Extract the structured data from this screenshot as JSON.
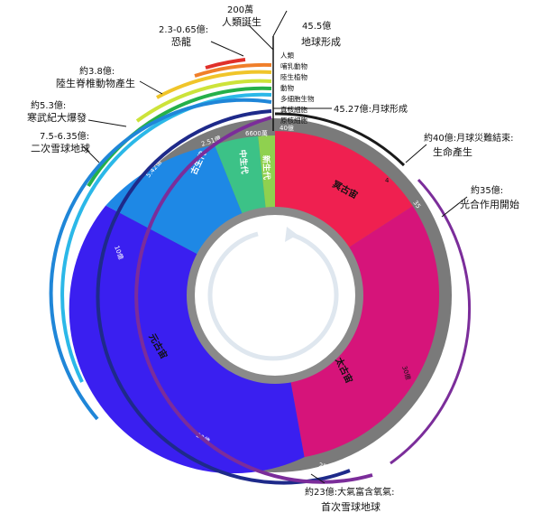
{
  "diagram": {
    "eons": [
      {
        "id": "hadean",
        "label": "冥古宙",
        "color": "#ef2050"
      },
      {
        "id": "archean",
        "label": "太古宙",
        "color": "#d6147a"
      },
      {
        "id": "proterozoic",
        "label": "元古宙",
        "color": "#3a1ff0"
      }
    ],
    "eras": [
      {
        "id": "paleozoic",
        "label": "古生代",
        "color": "#1e88e5"
      },
      {
        "id": "mesozoic",
        "label": "中生代",
        "color": "#3cc287"
      },
      {
        "id": "cenozoic",
        "label": "新生代",
        "color": "#8fd14f"
      }
    ],
    "ring_ticks": [
      {
        "id": "t-40",
        "label": "40億"
      },
      {
        "id": "t-35",
        "label": "35"
      },
      {
        "id": "t-30",
        "label": "30億"
      },
      {
        "id": "t-25",
        "label": "25億"
      },
      {
        "id": "t-20",
        "label": "20億"
      },
      {
        "id": "t-10",
        "label": "10億"
      },
      {
        "id": "t-542",
        "label": "5.42億"
      },
      {
        "id": "t-251",
        "label": "2.51億"
      },
      {
        "id": "t-6600",
        "label": "6600萬"
      }
    ],
    "inner_ticks": [
      {
        "id": "it-hadean-4",
        "label": "4"
      },
      {
        "id": "it-archean-3",
        "label": "30億"
      }
    ],
    "lineages": [
      "人類",
      "哺乳動物",
      "陸生植物",
      "動物",
      "多細胞生物",
      "真核細胞",
      "原核細胞"
    ],
    "annotations": {
      "humans": {
        "line1": "200萬",
        "line2": "人類誕生"
      },
      "earth_formed": {
        "line1": "45.5億",
        "line2": "地球形成"
      },
      "moon_formed": {
        "text": "45.27億:月球形成"
      },
      "dinosaurs": {
        "line1": "2.3-0.65億:",
        "line2": "恐龍"
      },
      "land_vertebrates": {
        "line1": "約3.8億:",
        "line2": "陸生脊椎動物產生"
      },
      "cambrian": {
        "line1": "約5.3億:",
        "line2": "寒武紀大爆發"
      },
      "snowball2": {
        "line1": "7.5-6.35億:",
        "line2": "二次雪球地球"
      },
      "moon_end": {
        "line1": "約40億:月球災難結束:",
        "line2": "生命產生"
      },
      "photosynthesis": {
        "line1": "約35億:",
        "line2": "光合作用開始"
      },
      "oxygen": {
        "line1": "約23億:大氣富含氧氣:",
        "line2": "首次雪球地球"
      }
    },
    "colors": {
      "ring_gray": "#7a7a7a",
      "arrow": "#dfe7ef",
      "purple_arc": "#7b2d9a",
      "dark_blue_arc": "#1e2a8a",
      "red_arc": "#e0302a"
    }
  }
}
